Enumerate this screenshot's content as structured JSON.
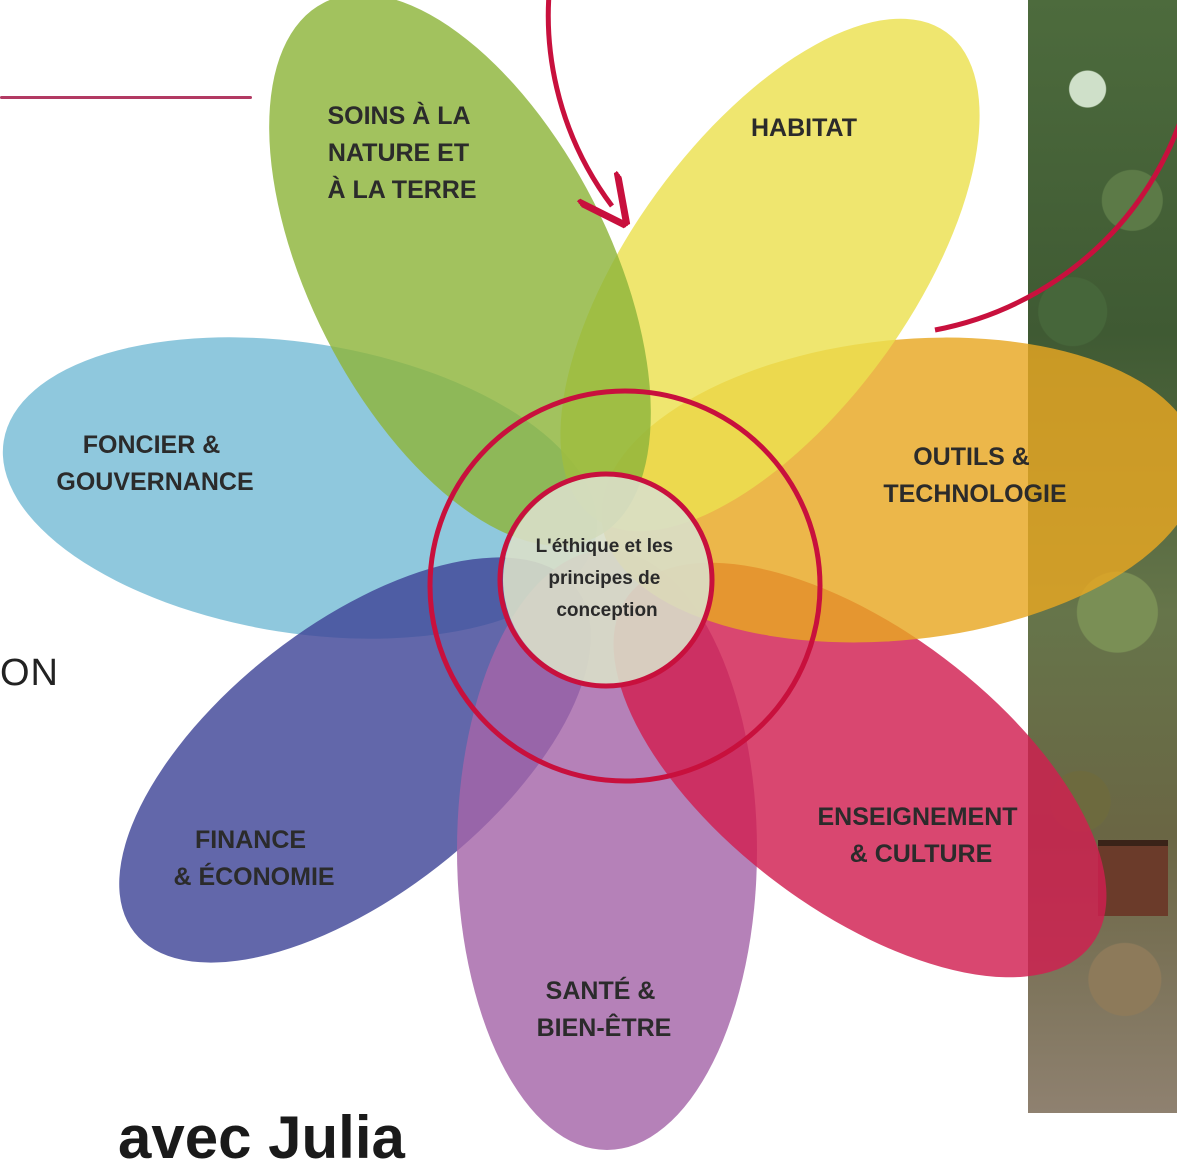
{
  "petals": [
    {
      "id": "soins",
      "lines": [
        "SOINS À LA",
        "NATURE ET",
        "À LA TERRE"
      ],
      "color": "#8db43a"
    },
    {
      "id": "habitat",
      "lines": [
        "HABITAT"
      ],
      "color": "#ece14f"
    },
    {
      "id": "outils",
      "lines": [
        "OUTILS &",
        "TECHNOLOGIE"
      ],
      "color": "#e8a722"
    },
    {
      "id": "enseignement",
      "lines": [
        "ENSEIGNEMENT",
        "& CULTURE"
      ],
      "color": "#d11f50"
    },
    {
      "id": "sante",
      "lines": [
        "SANTÉ &",
        "BIEN-ÊTRE"
      ],
      "color": "#a565a8"
    },
    {
      "id": "finance",
      "lines": [
        "FINANCE",
        "& ÉCONOMIE"
      ],
      "color": "#404597"
    },
    {
      "id": "foncier",
      "lines": [
        "FONCIER &",
        "GOUVERNANCE"
      ],
      "color": "#76bcd6"
    }
  ],
  "center": {
    "lines": [
      "L'éthique et les",
      "principes de",
      "conception"
    ],
    "color": "#d9dfc9"
  },
  "spiral_color": "#c8103d",
  "side_text": "ON",
  "bottom_heading": "avec Julia"
}
